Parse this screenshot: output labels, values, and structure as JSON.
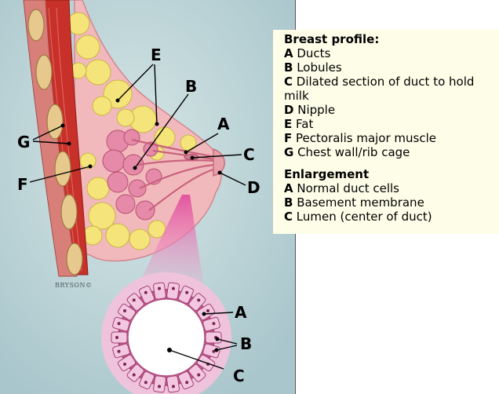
{
  "illustration": {
    "labels": {
      "A": "A",
      "B": "B",
      "C": "C",
      "D": "D",
      "E": "E",
      "F": "F",
      "G": "G"
    },
    "enlargement_labels": {
      "A": "A",
      "B": "B",
      "C": "C"
    },
    "signature": "BRYSON©"
  },
  "legend": {
    "profile_heading": "Breast profile:",
    "profile_items": [
      {
        "key": "A",
        "text": "Ducts"
      },
      {
        "key": "B",
        "text": "Lobules"
      },
      {
        "key": "C",
        "text": "Dilated section of duct to hold milk"
      },
      {
        "key": "D",
        "text": "Nipple"
      },
      {
        "key": "E",
        "text": "Fat"
      },
      {
        "key": "F",
        "text": "Pectoralis major muscle"
      },
      {
        "key": "G",
        "text": "Chest wall/rib cage"
      }
    ],
    "enlargement_heading": "Enlargement",
    "enlargement_items": [
      {
        "key": "A",
        "text": "Normal duct cells"
      },
      {
        "key": "B",
        "text": "Basement membrane"
      },
      {
        "key": "C",
        "text": "Lumen (center of duct)"
      }
    ]
  },
  "colors": {
    "background": "#b9d3d6",
    "fat": "#f4e47a",
    "muscle": "#c8302a",
    "rib": "#e8c98d",
    "tissue": "#f2b9bd",
    "lobule": "#e58aa8",
    "duct_cell": "#e7a3c9"
  }
}
